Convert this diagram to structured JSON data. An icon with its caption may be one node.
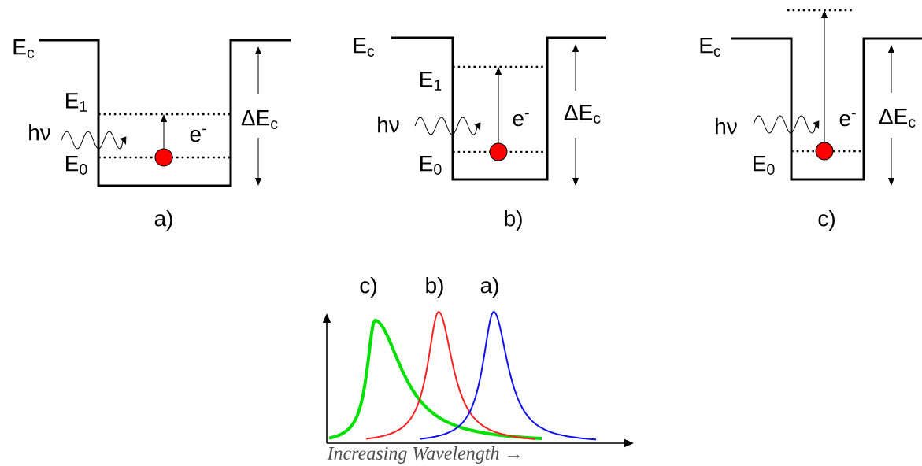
{
  "diagram": {
    "labels": [
      "E$_{c}$",
      "E$_{1}$",
      "hν",
      "e$^{-}$",
      "ΔE$_{c}$",
      "E$_{0}$",
      "a)",
      "E$_{c}$",
      "E$_{1}$",
      "hν",
      "e$^{-}$",
      "ΔE$_{c}$",
      "E$_{0}$",
      "b)",
      "E$_{c}$",
      "hν",
      "e$^{-}$",
      "ΔE$_{c}$",
      "E$_{0}$",
      "c)",
      "c)",
      "b)",
      "a)",
      "Increasing Wavelength →"
    ]
  }
}
